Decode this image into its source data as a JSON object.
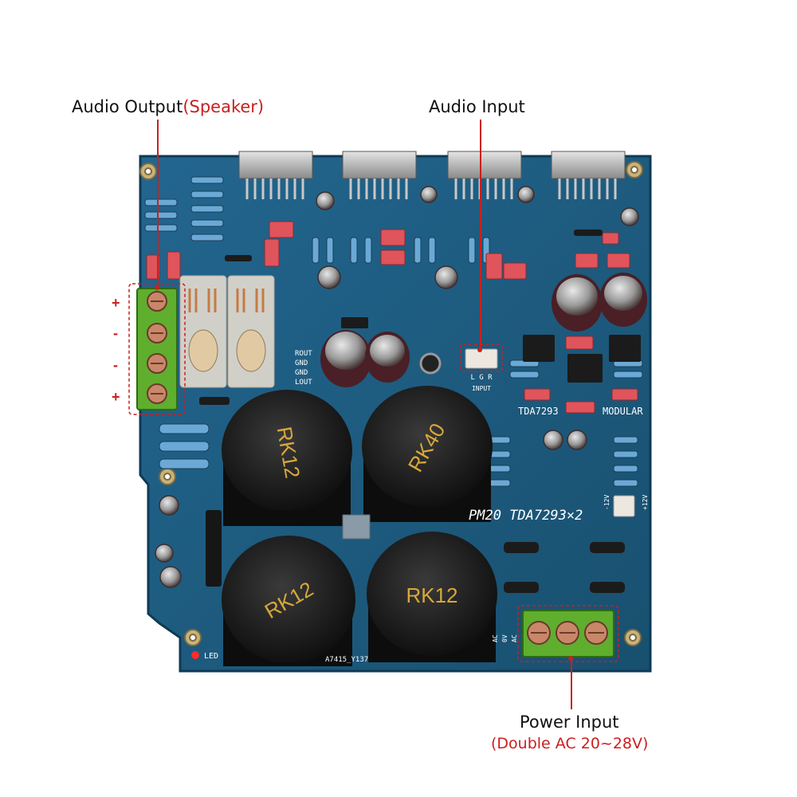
{
  "callouts": {
    "audio_output": {
      "label": "Audio Output",
      "sub": "(Speaker)"
    },
    "audio_input": {
      "label": "Audio Input"
    },
    "power_input": {
      "label": "Power Input",
      "sub": "(Double AC 20~28V)"
    }
  },
  "polarity_marks": [
    "+",
    "-",
    "-",
    "+"
  ],
  "board": {
    "model": "PM20  TDA7293×2",
    "silk_left": "TDA7293",
    "silk_right": "MODULAR",
    "input_header": "L G R",
    "input_label": "INPUT",
    "output_pins": [
      "ROUT",
      "GND",
      "GND",
      "LOUT"
    ],
    "led_label": "LED",
    "serial": "A7415_Y137",
    "power_pins": [
      "AC",
      "0V",
      "AC"
    ],
    "supply_pins": [
      "-12V",
      "+12V"
    ],
    "capacitors": [
      "RK12",
      "RK40",
      "RK12",
      "RK12"
    ]
  },
  "colors": {
    "pcb": "#1f5e86",
    "accent": "#cc1f1f",
    "terminal": "#5fae2e"
  }
}
